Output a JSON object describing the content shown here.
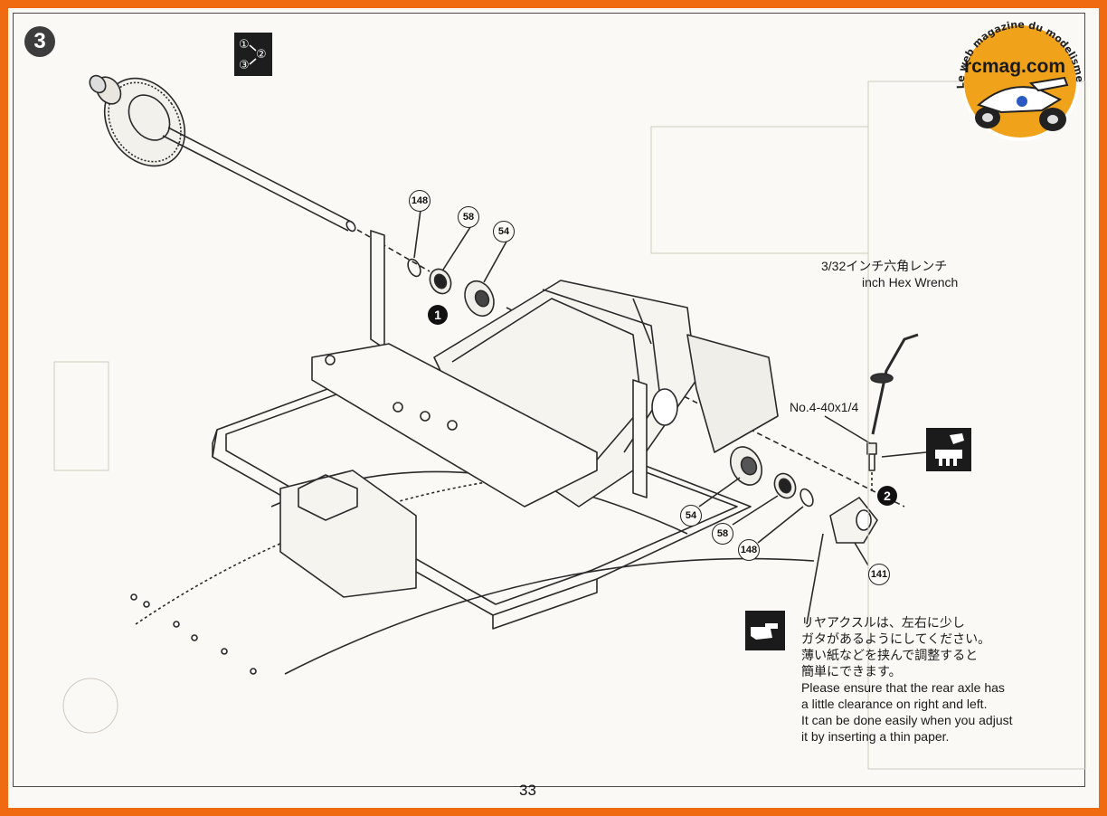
{
  "step": {
    "number": "3"
  },
  "order_icon": {
    "items": [
      "①",
      "②",
      "③"
    ]
  },
  "tool": {
    "line1": "3/32インチ六角レンチ",
    "line2": "inch Hex Wrench"
  },
  "screw": {
    "label": "No.4-40x1/4"
  },
  "sub_steps": [
    "1",
    "2"
  ],
  "parts": {
    "p148_top": "148",
    "p58_top": "58",
    "p54_top": "54",
    "p54_bottom": "54",
    "p58_bottom": "58",
    "p148_bottom": "148",
    "p141": "141"
  },
  "note": {
    "jp1": "リヤアクスルは、左右に少し",
    "jp2": "ガタがあるようにしてください。",
    "jp3": "薄い紙などを挟んで調整すると",
    "jp4": "簡単にできます。",
    "en1": "Please ensure that the rear axle has",
    "en2": "a little clearance on right and left.",
    "en3": "It can be done easily when you adjust",
    "en4": "it by inserting a thin paper."
  },
  "page_number": "33",
  "logo": {
    "arc_text": "Le web magazine du modelisme",
    "brand": "rcmag.com",
    "colors": {
      "badge": "#f0a21a",
      "brand_text": "#1a1a1a",
      "border": "#ffffff"
    }
  },
  "colors": {
    "page_border": "#f06a12",
    "paper": "#fbf9f5",
    "ink": "#222222"
  }
}
